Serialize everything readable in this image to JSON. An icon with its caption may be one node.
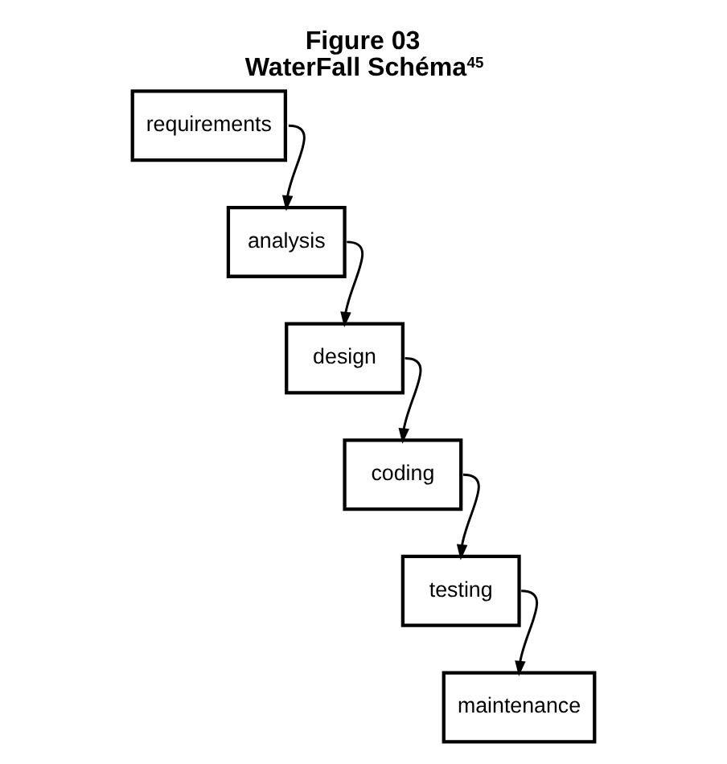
{
  "diagram": {
    "title": "Figure 03 WaterFall Schéma$^{45}$",
    "nodes": [
      {
        "text": [
          "requirements"
        ]
      },
      {
        "text": [
          "analysis"
        ]
      },
      {
        "text": [
          "design"
        ]
      },
      {
        "text": [
          "coding"
        ]
      },
      {
        "text": [
          "testing"
        ]
      },
      {
        "text": [
          "maintenance"
        ]
      }
    ],
    "edges": [
      {
        "from": 0,
        "to": 1,
        "arrow": "to"
      },
      {
        "from": 1,
        "to": 2,
        "arrow": "to"
      },
      {
        "from": 2,
        "to": 3,
        "arrow": "to"
      },
      {
        "from": 3,
        "to": 4,
        "arrow": "to"
      },
      {
        "from": 4,
        "to": 5,
        "arrow": "to"
      }
    ]
  }
}
